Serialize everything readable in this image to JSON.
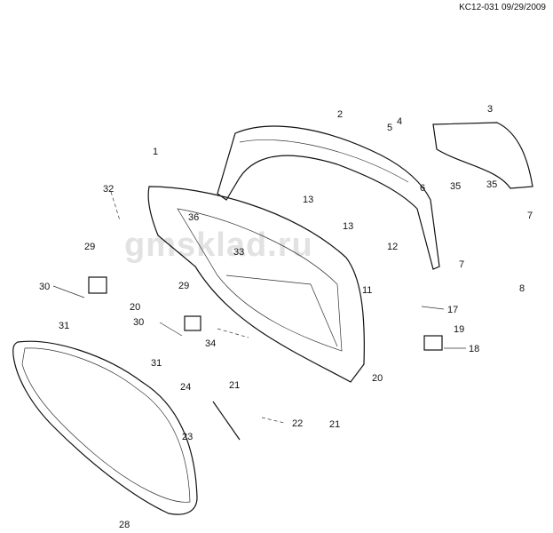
{
  "header": {
    "code": "KC12-031 09/29/2009"
  },
  "watermark": "gmsklad.ru",
  "callouts": [
    "1",
    "2",
    "3",
    "4",
    "5",
    "6",
    "7",
    "7",
    "8",
    "11",
    "12",
    "13",
    "13",
    "17",
    "18",
    "19",
    "20",
    "20",
    "21",
    "21",
    "22",
    "23",
    "24",
    "28",
    "29",
    "29",
    "30",
    "30",
    "31",
    "31",
    "32",
    "33",
    "34",
    "35",
    "35",
    "36"
  ]
}
